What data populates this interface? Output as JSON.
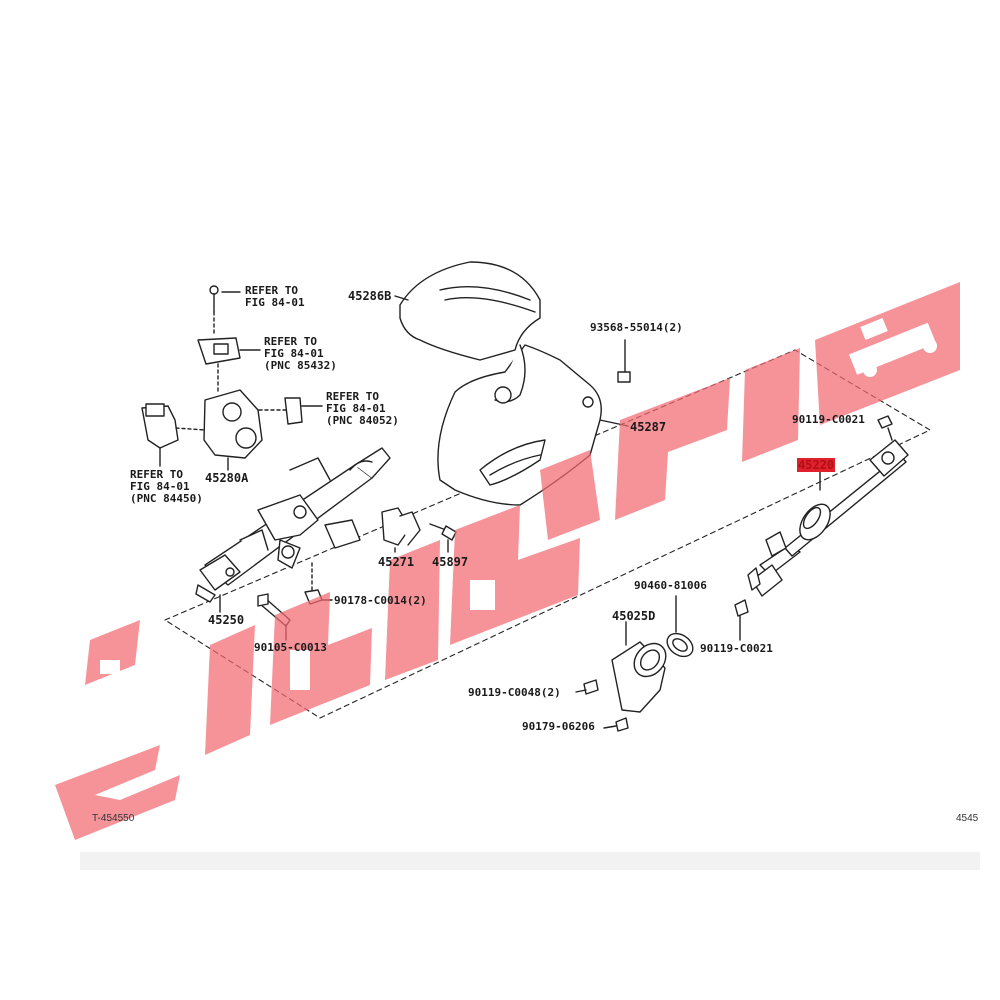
{
  "colors": {
    "line": "#222222",
    "watermark": "#f26a72",
    "highlight": "#e0202a"
  },
  "watermark": {
    "icon": "car-logo-watermark"
  },
  "labels": {
    "p45286b": "45286B",
    "p93568": "93568-55014(2)",
    "p45287": "45287",
    "p90119a": "90119-C0021",
    "p45220": "45220",
    "p45280a": "45280A",
    "p45271": "45271",
    "p45897": "45897",
    "p45250": "45250",
    "p90178": "90178-C0014(2)",
    "p90105": "90105-C0013",
    "p90460": "90460-81006",
    "p45025d": "45025D",
    "p90119b": "90119-C0021",
    "p90119c": "90119-C0048(2)",
    "p90179": "90179-06206"
  },
  "refs": {
    "r1": {
      "l1": "REFER TO",
      "l2": "FIG 84-01"
    },
    "r2": {
      "l1": "REFER TO",
      "l2": "FIG 84-01",
      "l3": "(PNC 85432)"
    },
    "r3": {
      "l1": "REFER TO",
      "l2": "FIG 84-01",
      "l3": "(PNC 84052)"
    },
    "r4": {
      "l1": "REFER TO",
      "l2": "FIG 84-01",
      "l3": "(PNC 84450)"
    }
  },
  "footer": {
    "left": "T-454550",
    "right": "4545"
  }
}
